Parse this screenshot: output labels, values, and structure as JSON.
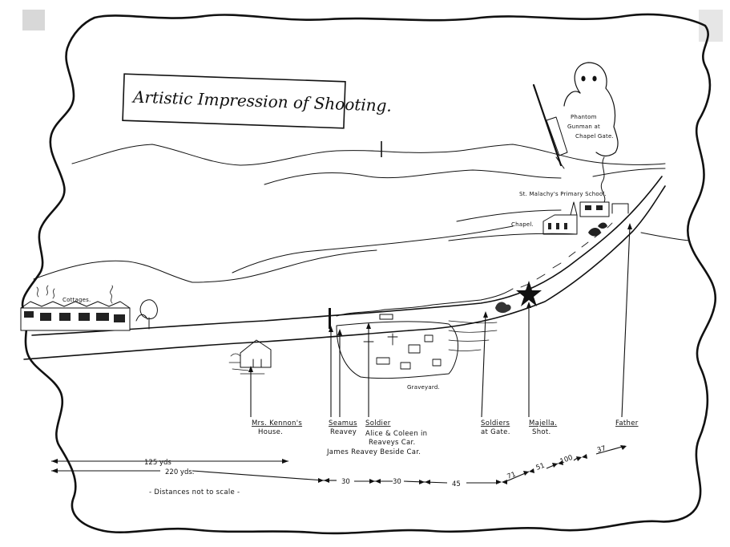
{
  "title": "Artistic Impression of Shooting.",
  "places": {
    "phantom": [
      "Phantom",
      "Gunman at",
      "Chapel Gate."
    ],
    "school": "St. Malachy's Primary School.",
    "chapel": "Chapel.",
    "cottages": "Cottages.",
    "graveyard": "Graveyard."
  },
  "markers": {
    "kennon": [
      "Mrs. Kennon's",
      "House."
    ],
    "seamus": [
      "Seamus",
      "Reavey"
    ],
    "soldier": "Soldier",
    "alice": [
      "Alice & Coleen in",
      "Reaveys Car."
    ],
    "james": "James Reavey Beside Car.",
    "soldiers_gate": [
      "Soldiers",
      "at Gate."
    ],
    "majella": [
      "Majella.",
      "Shot."
    ],
    "father": "Father"
  },
  "distances": {
    "d125": "125 yds",
    "d220": "220 yds.",
    "seg30a": "30",
    "seg30b": "30",
    "seg45": "45",
    "seg71": "71",
    "seg51": "51",
    "seg100": "100",
    "seg37": "37",
    "note": "- Distances not to scale -"
  }
}
